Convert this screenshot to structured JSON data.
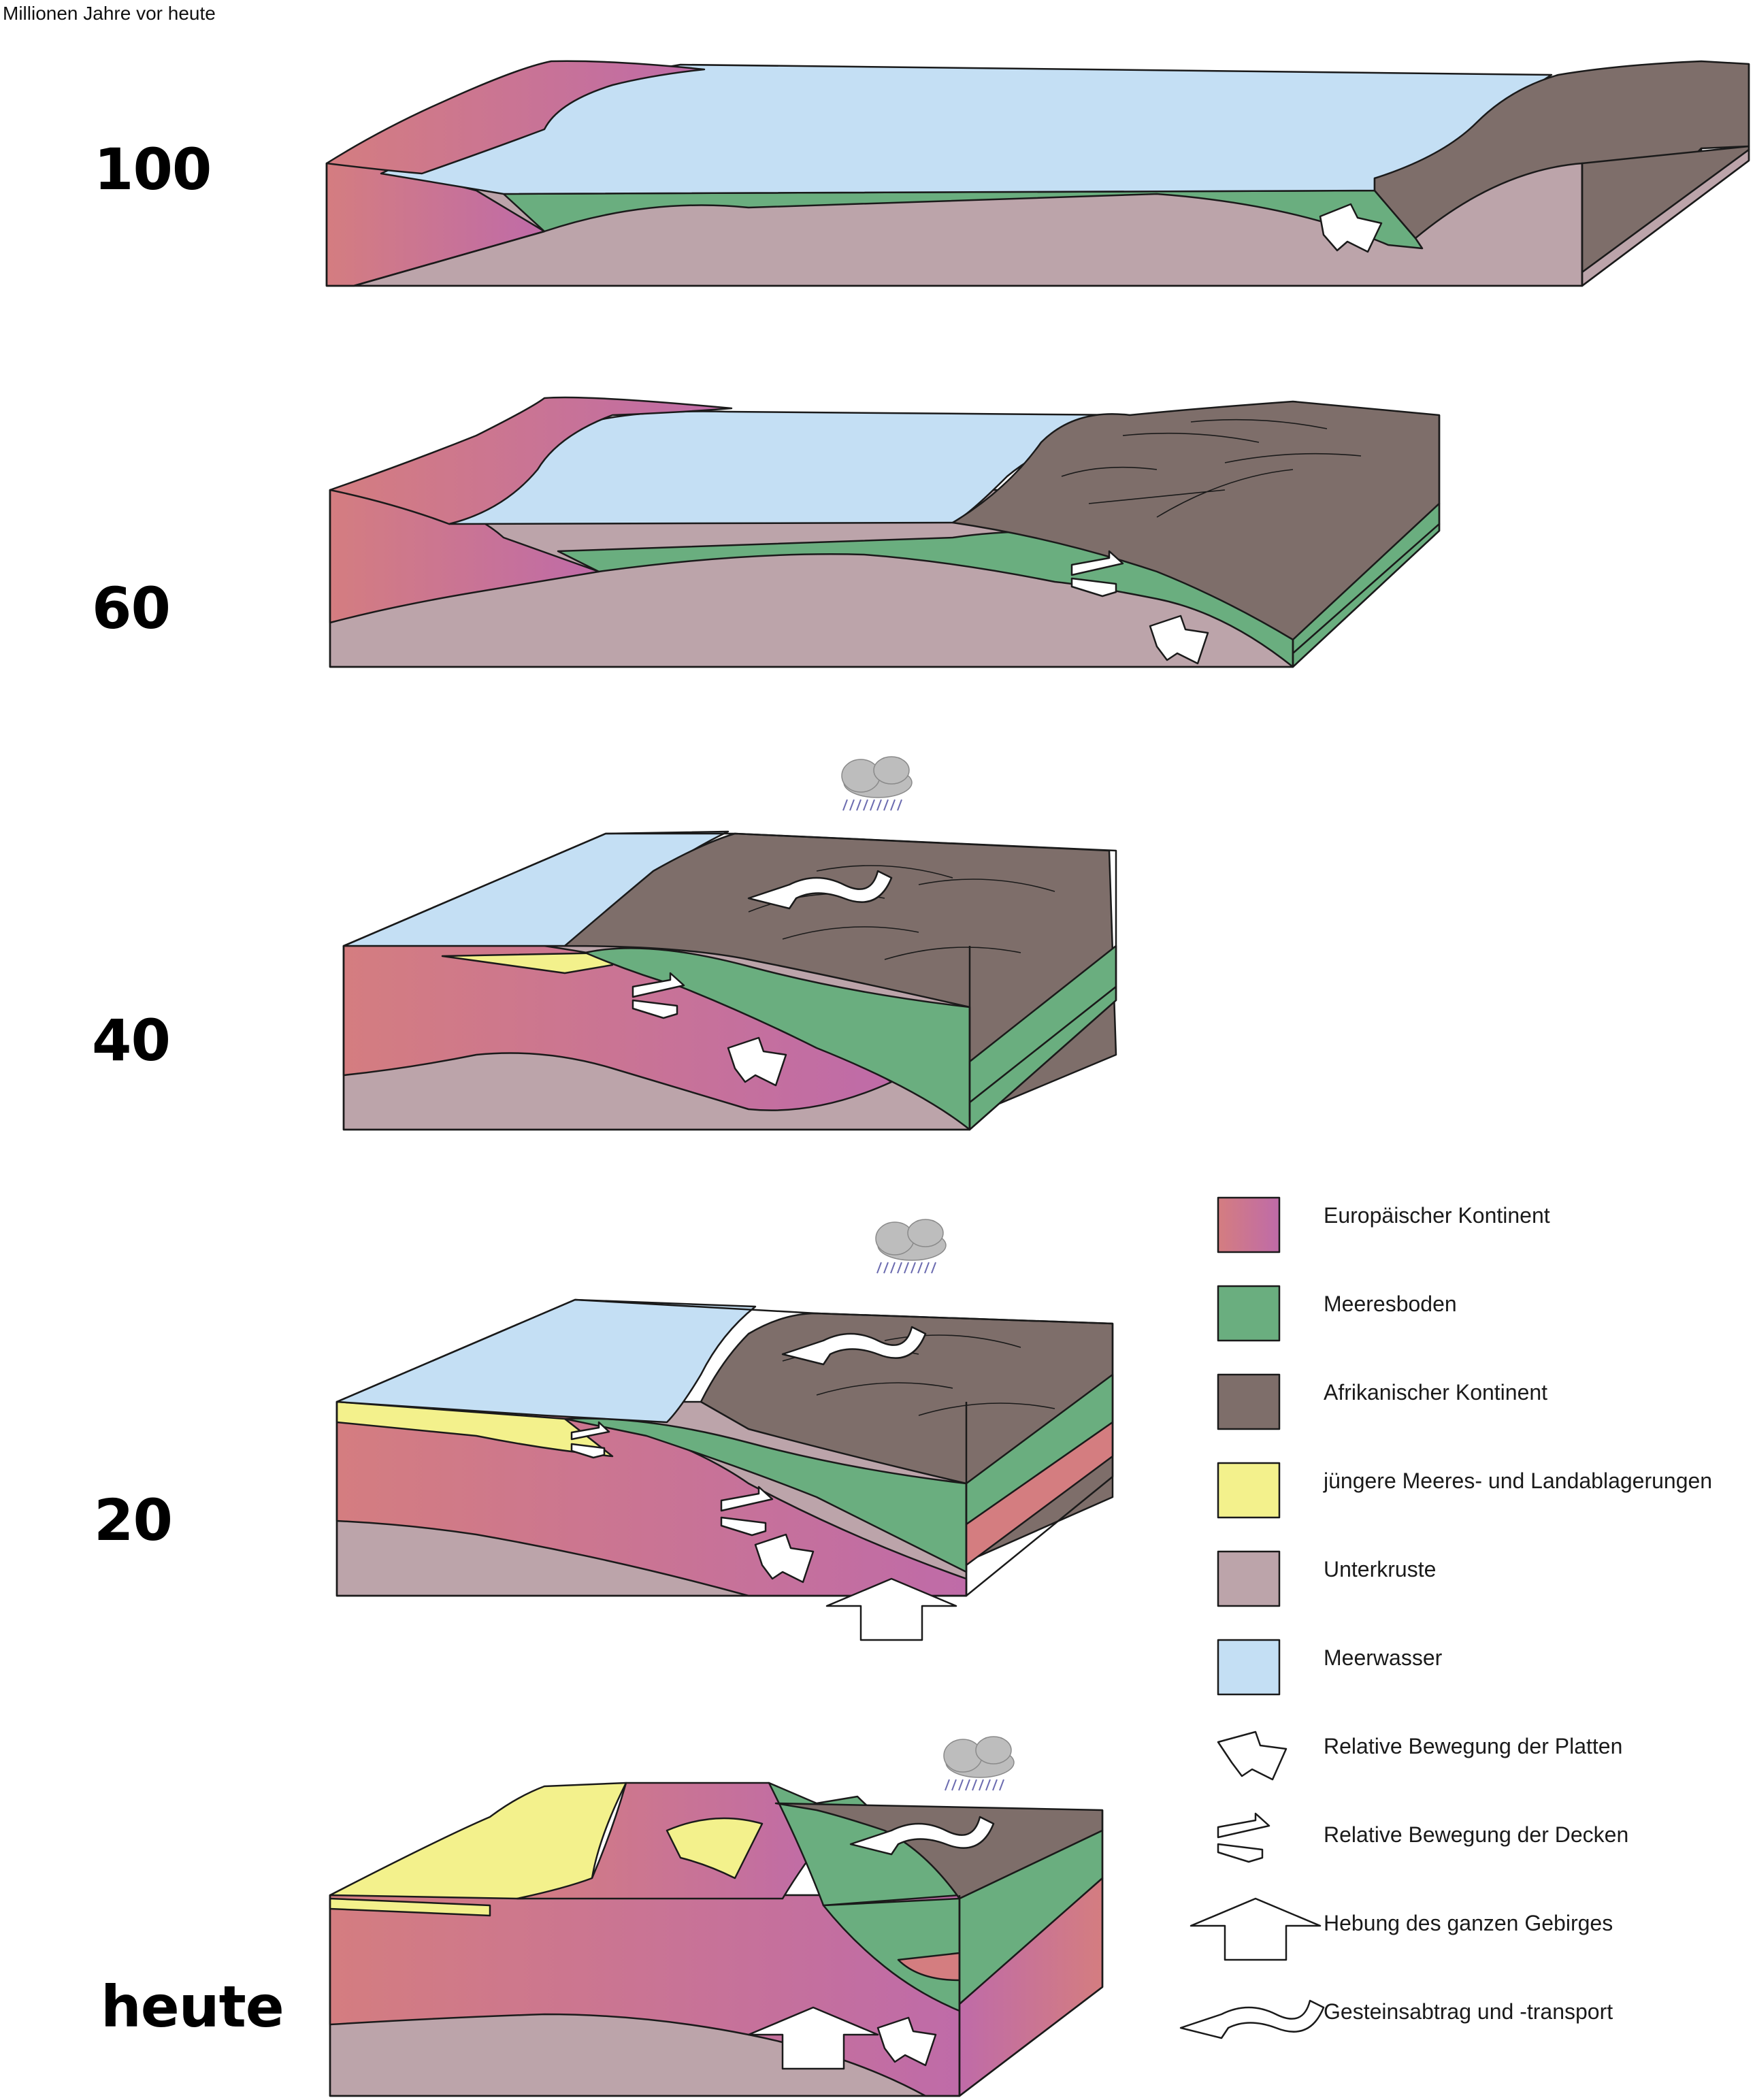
{
  "header": "Millionen Jahre vor heute",
  "stages": [
    {
      "age_label": "100"
    },
    {
      "age_label": "60"
    },
    {
      "age_label": "40"
    },
    {
      "age_label": "20"
    },
    {
      "age_label": "heute"
    }
  ],
  "legend": [
    {
      "label": "Europäischer Kontinent",
      "icon": "european-continent-swatch"
    },
    {
      "label": "Meeresboden",
      "icon": "seafloor-swatch"
    },
    {
      "label": "Afrikanischer Kontinent",
      "icon": "african-continent-swatch"
    },
    {
      "label": "jüngere Meeres- und Landablagerungen",
      "icon": "sediments-swatch"
    },
    {
      "label": "Unterkruste",
      "icon": "lower-crust-swatch"
    },
    {
      "label": "Meerwasser",
      "icon": "seawater-swatch"
    },
    {
      "label": "Relative Bewegung der Platten",
      "icon": "plate-motion-arrow-icon"
    },
    {
      "label": "Relative Bewegung der Decken",
      "icon": "nappe-motion-arrows-icon"
    },
    {
      "label": "Hebung des ganzen Gebirges",
      "icon": "uplift-arrow-icon"
    },
    {
      "label": "Gesteinsabtrag und -transport",
      "icon": "erosion-transport-arrow-icon"
    }
  ],
  "colors": {
    "european_continent_start": "#d47d80",
    "european_continent_end": "#bf6ba8",
    "seafloor": "#6aae7f",
    "african_continent": "#7e6e6a",
    "sediments": "#f3f18c",
    "lower_crust": "#bca4aa",
    "seawater": "#c4dff4",
    "outline": "#1a1a1a",
    "cloud": "#bdbdbd",
    "rain": "#6b6bb0"
  }
}
